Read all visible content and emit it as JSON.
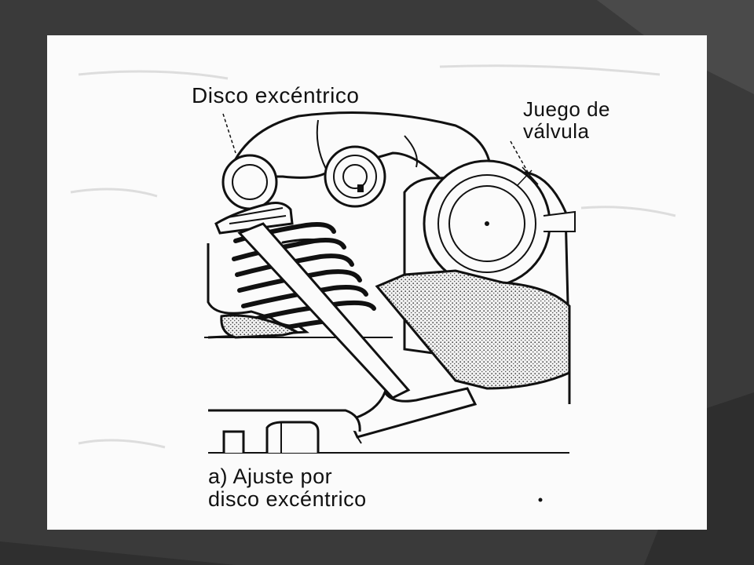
{
  "figure": {
    "label_eccentric_disc": "Disco excéntrico",
    "label_valve_clearance_line1": "Juego de",
    "label_valve_clearance_line2": "válvula",
    "caption_line1": "a) Ajuste por",
    "caption_line2": "disco excéntrico"
  },
  "colors": {
    "background": "#3a3a3a",
    "panel": "#fbfbfb",
    "ink": "#111111"
  }
}
